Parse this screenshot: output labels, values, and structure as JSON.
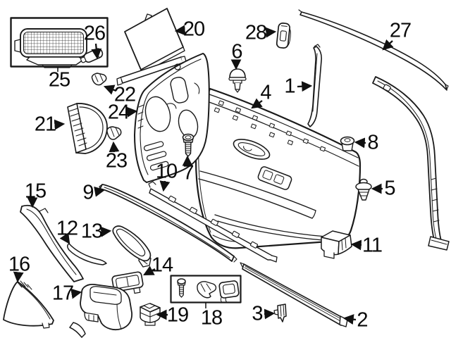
{
  "figure": {
    "type": "exploded-parts-diagram",
    "background_color": "#ffffff",
    "line_color": "#1a1a1a",
    "callouts": [
      {
        "label": "1"
      },
      {
        "label": "2"
      },
      {
        "label": "3"
      },
      {
        "label": "4"
      },
      {
        "label": "5"
      },
      {
        "label": "6"
      },
      {
        "label": "7"
      },
      {
        "label": "8"
      },
      {
        "label": "9"
      },
      {
        "label": "10"
      },
      {
        "label": "11"
      },
      {
        "label": "12"
      },
      {
        "label": "13"
      },
      {
        "label": "14"
      },
      {
        "label": "15"
      },
      {
        "label": "16"
      },
      {
        "label": "17"
      },
      {
        "label": "18"
      },
      {
        "label": "19"
      },
      {
        "label": "20"
      },
      {
        "label": "21"
      },
      {
        "label": "22"
      },
      {
        "label": "23"
      },
      {
        "label": "24"
      },
      {
        "label": "25"
      },
      {
        "label": "26"
      },
      {
        "label": "27"
      },
      {
        "label": "28"
      }
    ]
  }
}
